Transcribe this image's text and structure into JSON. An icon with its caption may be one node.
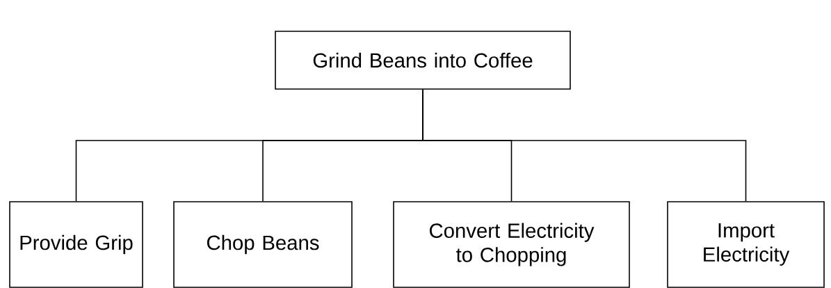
{
  "diagram": {
    "nodes": [
      {
        "text": [
          "Grind Beans into Coffee"
        ]
      },
      {
        "text": [
          "Provide Grip"
        ]
      },
      {
        "text": [
          "Chop Beans"
        ]
      },
      {
        "text": [
          "Convert Electricity to Chopping"
        ]
      },
      {
        "text": [
          "Import Electricity"
        ]
      }
    ],
    "edges": [
      {
        "from": 0,
        "to": 1,
        "arrow": "none"
      },
      {
        "from": 0,
        "to": 2,
        "arrow": "none"
      },
      {
        "from": 0,
        "to": 3,
        "arrow": "none"
      },
      {
        "from": 0,
        "to": 4,
        "arrow": "none"
      }
    ]
  }
}
